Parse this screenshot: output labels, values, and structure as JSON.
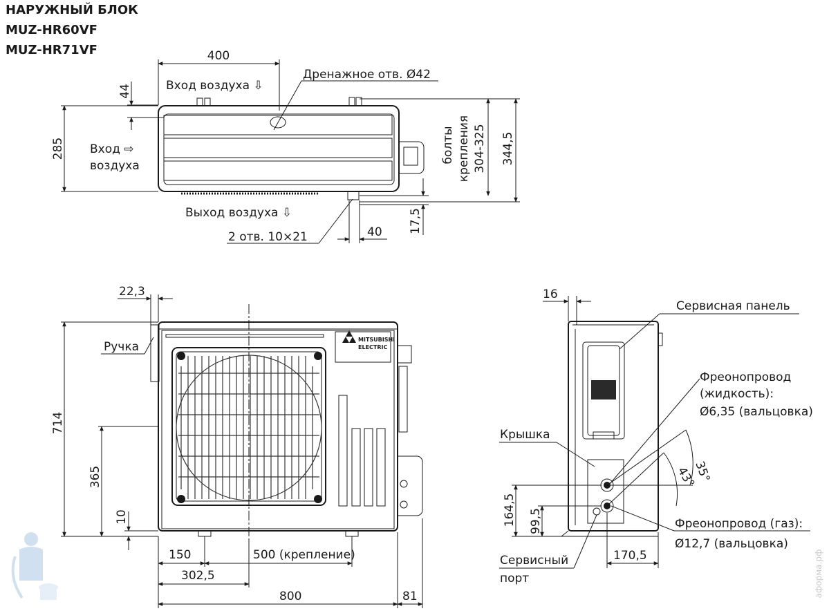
{
  "header": {
    "line1": "НАРУЖНЫЙ БЛОК",
    "line2": "MUZ-HR60VF",
    "line3": "MUZ-HR71VF"
  },
  "top_view": {
    "width_dim": "400",
    "dim_44": "44",
    "dim_285": "285",
    "air_in_top": "Вход воздуха ⇩",
    "air_in_left_1": "Вход ⇨",
    "air_in_left_2": "воздуха",
    "drain": "Дренажное отв. Ø42",
    "air_out": "Выход воздуха ⇩",
    "holes": "2 отв. 10×21",
    "dim_40": "40",
    "dim_17_5": "17,5",
    "bolts_1": "болты",
    "bolts_2": "крепления",
    "bolts_3": "304-325",
    "dim_344_5": "344,5"
  },
  "front_view": {
    "dim_22_3": "22,3",
    "handle": "Ручка",
    "dim_714": "714",
    "dim_365": "365",
    "dim_10": "10",
    "dim_150": "150",
    "dim_500": "500 (крепление)",
    "dim_302_5": "302,5",
    "dim_800": "800",
    "dim_81": "81",
    "logo_1": "MITSUBISHI",
    "logo_2": "ELECTRIC"
  },
  "side_view": {
    "dim_16": "16",
    "service_panel": "Сервисная панель",
    "liquid_1": "Фреонопровод",
    "liquid_2": "(жидкость):",
    "liquid_3": "Ø6,35 (вальцовка)",
    "cover": "Крышка",
    "angle_35": "35°",
    "angle_43": "43°",
    "dim_164_5": "164,5",
    "dim_99_5": "99,5",
    "gas_1": "Фреонопровод (газ):",
    "gas_2": "Ø12,7 (вальцовка)",
    "service_port_1": "Сервисный",
    "service_port_2": "порт",
    "dim_170_5": "170,5"
  },
  "watermark": "аформа.рф"
}
